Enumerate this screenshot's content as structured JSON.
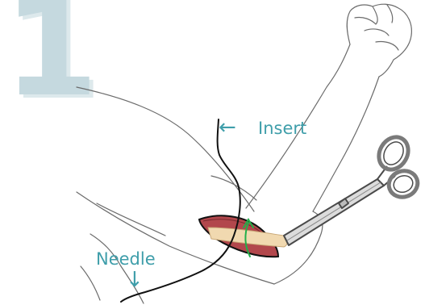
{
  "step": {
    "number": "1"
  },
  "labels": {
    "insert": "Insert",
    "needle": "Needle"
  },
  "icons": {
    "insert_arrow": "arrow-left-icon",
    "needle_arrow": "arrow-down-icon",
    "forceps": "forceps-icon"
  },
  "colors": {
    "accent": "#3f9eaa",
    "step_number": "#c5d9df",
    "wound": "#b2474c",
    "implant": "#f1d9b0",
    "direction_arrow": "#22b04a"
  }
}
